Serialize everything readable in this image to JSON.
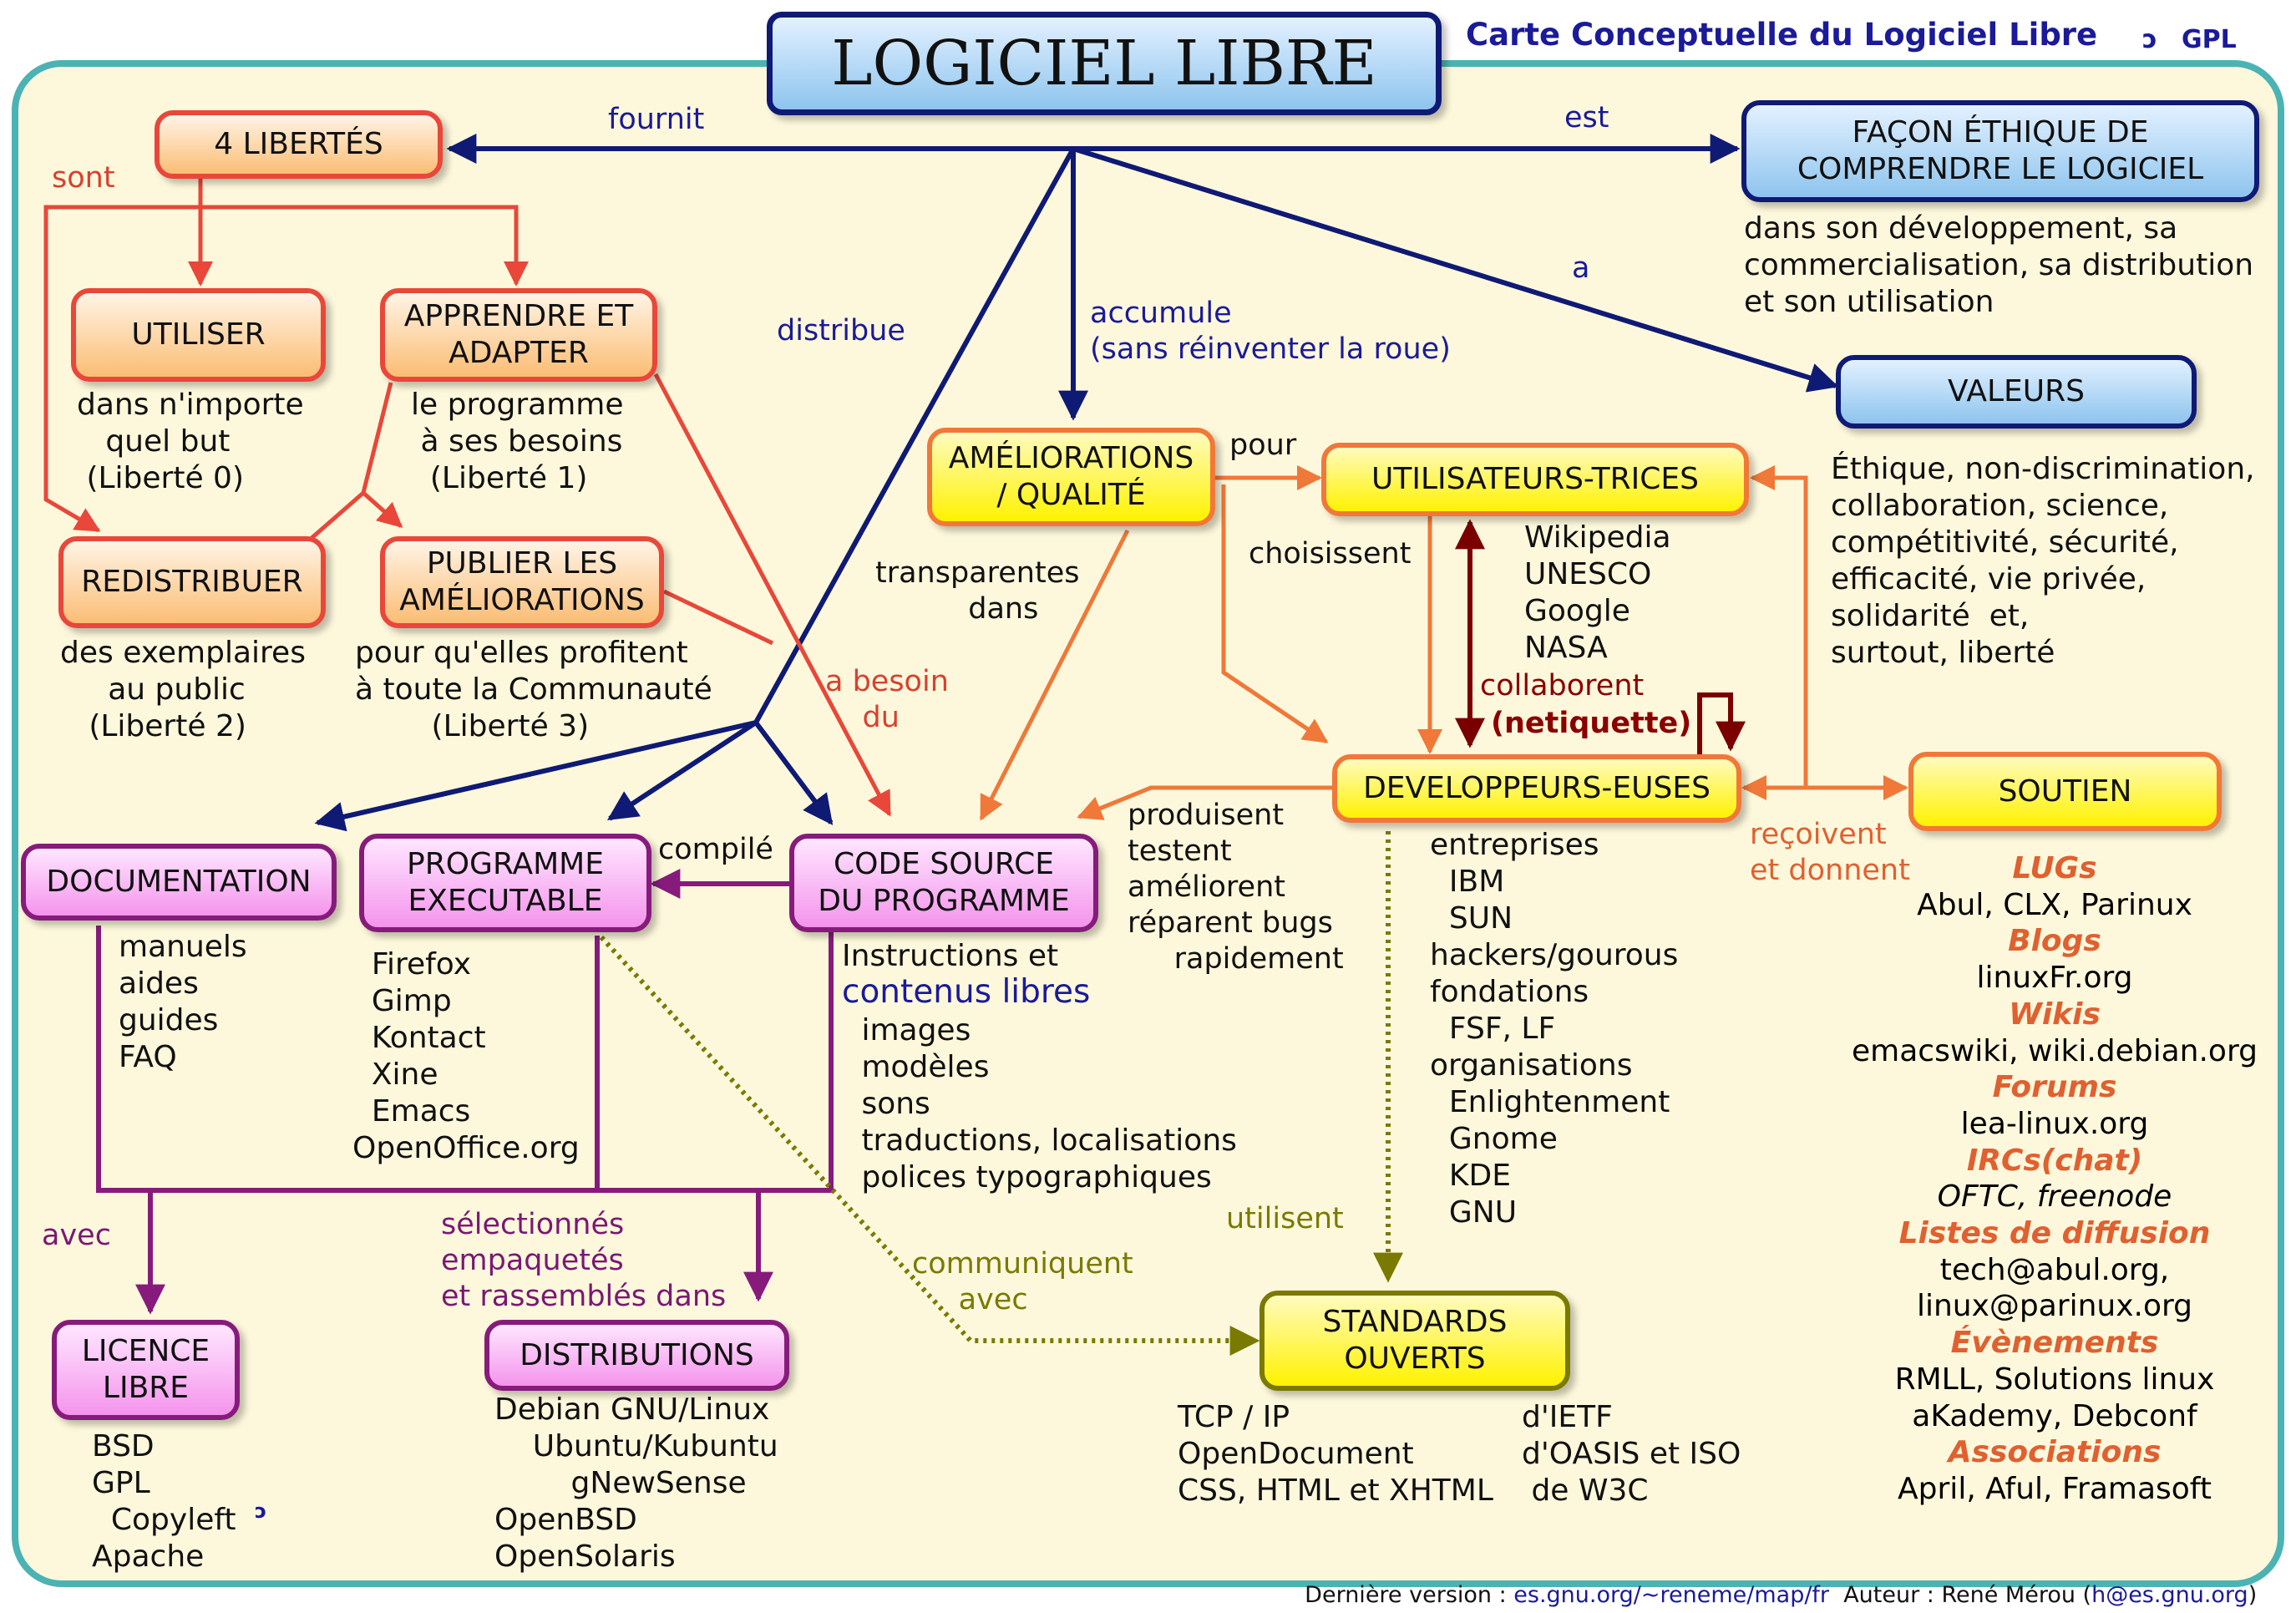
{
  "header": {
    "subtitle": "Carte Conceptuelle du Logiciel Libre",
    "copyleft_symbol": "ɔ",
    "license": "GPL",
    "footer_version_label": "Dernière version : ",
    "footer_version_url": "es.gnu.org/~reneme/map/fr",
    "footer_author_label": "  Auteur : René Mérou (",
    "footer_author_email": "h@es.gnu.org",
    "footer_author_close": ")"
  },
  "nodes": {
    "logiciel_libre": "LOGICIEL LIBRE",
    "libertes": "4 LIBERTÉS",
    "utiliser": "UTILISER",
    "apprendre": "APPRENDRE ET\nADAPTER",
    "redistribuer": "REDISTRIBUER",
    "publier": "PUBLIER LES\nAMÉLIORATIONS",
    "ameliorations": "AMÉLIORATIONS\n/ QUALITÉ",
    "utilisateurs": "UTILISATEURS-TRICES",
    "developpeurs": "DEVELOPPEURS-EUSES",
    "soutien": "SOUTIEN",
    "facon": "FAÇON ÉTHIQUE DE\nCOMPRENDRE LE LOGICIEL",
    "valeurs": "VALEURS",
    "documentation": "DOCUMENTATION",
    "programme": "PROGRAMME\nEXECUTABLE",
    "code_source": "CODE SOURCE\nDU PROGRAMME",
    "licence": "LICENCE\nLIBRE",
    "distributions": "DISTRIBUTIONS",
    "standards": "STANDARDS\nOUVERTS"
  },
  "links": {
    "fournit": "fournit",
    "est": "est",
    "sont": "sont",
    "distribue": "distribue",
    "accumule": "accumule\n(sans réinventer la roue)",
    "a": "a",
    "pour": "pour",
    "choisissent": "choisissent",
    "transparentes": "transparentes\n          dans",
    "a_besoin": "a besoin\n    du",
    "collaborent": "collaborent",
    "netiquette": "(netiquette)",
    "compile": "compilé",
    "produisent": "produisent\ntestent\naméliorent\nréparent bugs\n     rapidement",
    "recoivent": "reçoivent\net donnent",
    "avec": "avec",
    "selectionnes": "sélectionnés\nempaquetés\net rassemblés dans",
    "utilisent": "utilisent",
    "communiquent": "communiquent\n     avec"
  },
  "texts": {
    "utiliser_desc": "dans n'importe\n   quel but\n (Liberté 0)",
    "apprendre_desc": "le programme\n à ses besoins\n  (Liberté 1)",
    "redistribuer_desc": "des exemplaires\n     au public\n   (Liberté 2)",
    "publier_desc": "pour qu'elles profitent\nà toute la Communauté\n        (Liberté 3)",
    "facon_desc": "dans son développement, sa\ncommercialisation, sa distribution\net son utilisation",
    "valeurs_desc": "Éthique, non-discrimination,\ncollaboration, science,\ncompétitivité, sécurité,\nefficacité, vie privée,\nsolidarité  et,\nsurtout, liberté",
    "orgs": "Wikipedia\nUNESCO\nGoogle\nNASA",
    "doc_items": "manuels\naides\nguides\nFAQ",
    "prog_items": "  Firefox\n  Gimp\n  Kontact\n  Xine\n  Emacs\nOpenOffice.org",
    "code_intro": "Instructions et",
    "code_contenus": "contenus libres",
    "code_items": " images\n modèles\n sons\n traductions, localisations\n polices typographiques",
    "dev_items": "entreprises\n  IBM\n  SUN\nhackers/gourous\nfondations\n  FSF, LF\norganisations\n  Enlightenment\n  Gnome\n  KDE\n  GNU",
    "licence_items": "BSD\nGPL\n  Copyleft\nApache",
    "dist_items": "Debian GNU/Linux\n    Ubuntu/Kubuntu\n        gNewSense\nOpenBSD\nOpenSolaris",
    "std_left": "TCP / IP\nOpenDocument\nCSS, HTML et XHTML",
    "std_right": "d'IETF\nd'OASIS et ISO\n de W3C"
  },
  "soutien": [
    {
      "head": "LUGs",
      "items": [
        "Abul, CLX, Parinux"
      ]
    },
    {
      "head": "Blogs",
      "items": [
        "linuxFr.org"
      ]
    },
    {
      "head": "Wikis",
      "items": [
        "emacswiki, wiki.debian.org"
      ]
    },
    {
      "head": "Forums",
      "items": [
        "lea-linux.org"
      ]
    },
    {
      "head": "IRCs(chat)",
      "items": [
        "OFTC, freenode"
      ]
    },
    {
      "head": "Listes de diffusion",
      "items": [
        "tech@abul.org,",
        "linux@parinux.org"
      ]
    },
    {
      "head": "Évènements",
      "items": [
        "RMLL, Solutions linux",
        "aKademy, Debconf"
      ]
    },
    {
      "head": "Associations",
      "items": [
        "April, Aful, Framasoft"
      ]
    }
  ],
  "colors": {
    "frame": "#4bb3b3",
    "background": "#fdf8dc",
    "blue_arrow": "#0f1a74",
    "red_arrow": "#e8473a",
    "orange_arrow": "#f07838",
    "purple_arrow": "#861b7c",
    "olive_arrow": "#7a7a00",
    "dark_red_arrow": "#7a0000"
  }
}
